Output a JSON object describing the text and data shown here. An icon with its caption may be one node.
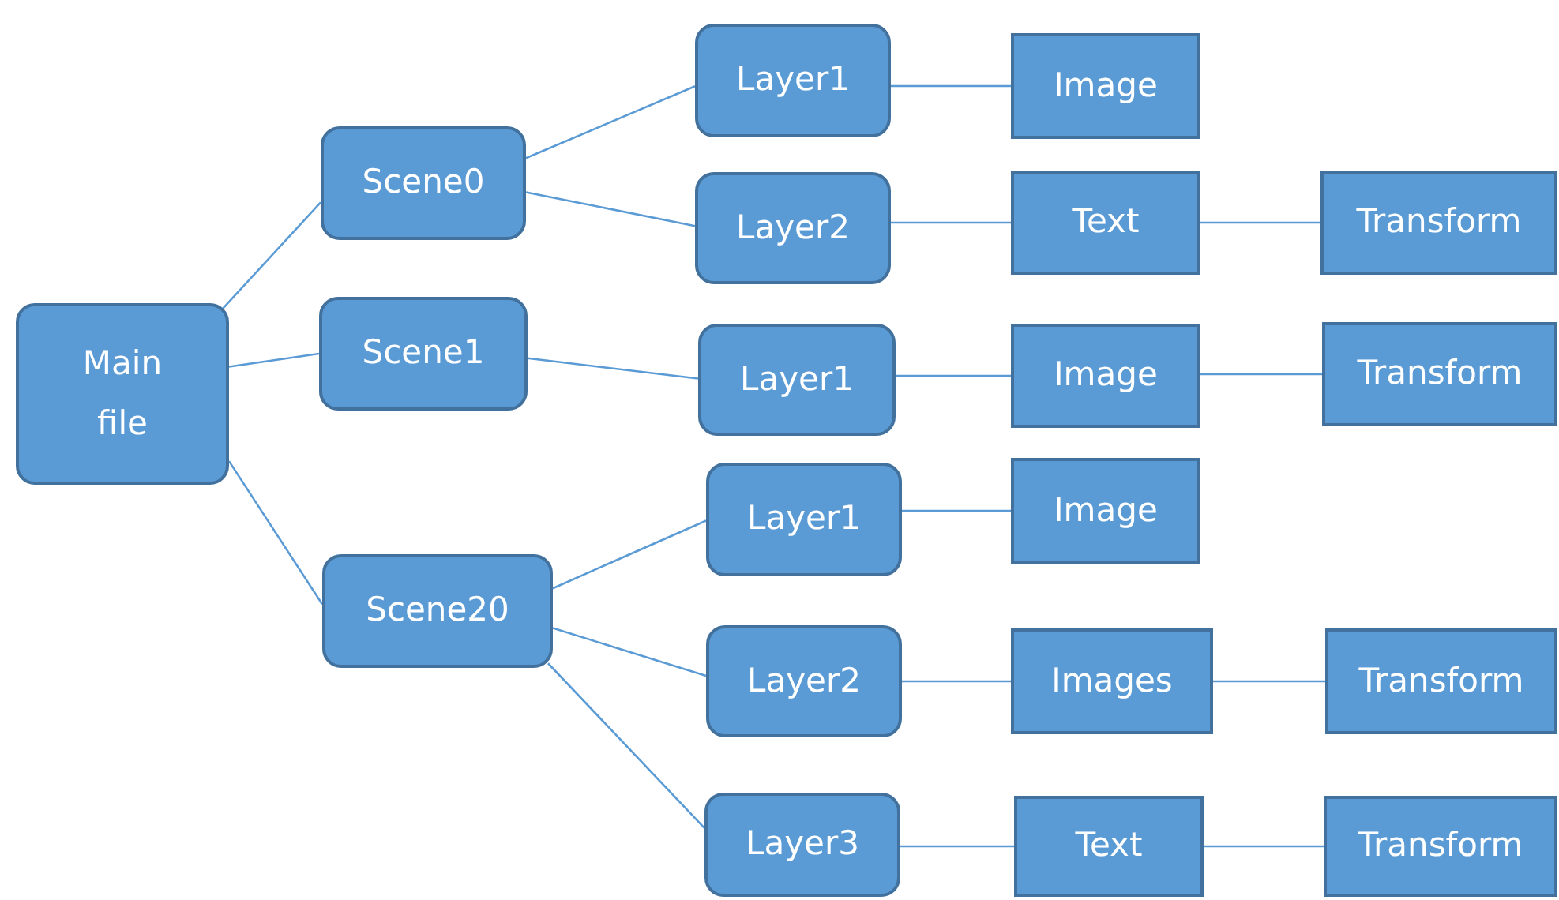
{
  "diagram": {
    "nodes": [
      {
        "text": [
          "Main file"
        ]
      },
      {
        "text": [
          "Scene0"
        ]
      },
      {
        "text": [
          "Scene1"
        ]
      },
      {
        "text": [
          "Scene20"
        ]
      },
      {
        "text": [
          "Layer1"
        ]
      },
      {
        "text": [
          "Layer2"
        ]
      },
      {
        "text": [
          "Layer1"
        ]
      },
      {
        "text": [
          "Layer1"
        ]
      },
      {
        "text": [
          "Layer2"
        ]
      },
      {
        "text": [
          "Layer3"
        ]
      },
      {
        "text": [
          "Image"
        ]
      },
      {
        "text": [
          "Text"
        ]
      },
      {
        "text": [
          "Transform"
        ]
      },
      {
        "text": [
          "Image"
        ]
      },
      {
        "text": [
          "Transform"
        ]
      },
      {
        "text": [
          "Image"
        ]
      },
      {
        "text": [
          "Images"
        ]
      },
      {
        "text": [
          "Transform"
        ]
      },
      {
        "text": [
          "Text"
        ]
      },
      {
        "text": [
          "Transform"
        ]
      }
    ],
    "edges": [
      {
        "from": 0,
        "to": 1,
        "arrow": "none"
      },
      {
        "from": 0,
        "to": 2,
        "arrow": "none"
      },
      {
        "from": 0,
        "to": 3,
        "arrow": "none"
      },
      {
        "from": 1,
        "to": 4,
        "arrow": "none"
      },
      {
        "from": 1,
        "to": 5,
        "arrow": "none"
      },
      {
        "from": 2,
        "to": 6,
        "arrow": "none"
      },
      {
        "from": 3,
        "to": 7,
        "arrow": "none"
      },
      {
        "from": 3,
        "to": 8,
        "arrow": "none"
      },
      {
        "from": 3,
        "to": 9,
        "arrow": "none"
      },
      {
        "from": 4,
        "to": 10,
        "arrow": "none"
      },
      {
        "from": 5,
        "to": 11,
        "arrow": "none"
      },
      {
        "from": 11,
        "to": 12,
        "arrow": "none"
      },
      {
        "from": 6,
        "to": 13,
        "arrow": "none"
      },
      {
        "from": 13,
        "to": 14,
        "arrow": "none"
      },
      {
        "from": 7,
        "to": 15,
        "arrow": "none"
      },
      {
        "from": 8,
        "to": 16,
        "arrow": "none"
      },
      {
        "from": 16,
        "to": 17,
        "arrow": "none"
      },
      {
        "from": 9,
        "to": 18,
        "arrow": "none"
      },
      {
        "from": 18,
        "to": 19,
        "arrow": "none"
      }
    ]
  }
}
